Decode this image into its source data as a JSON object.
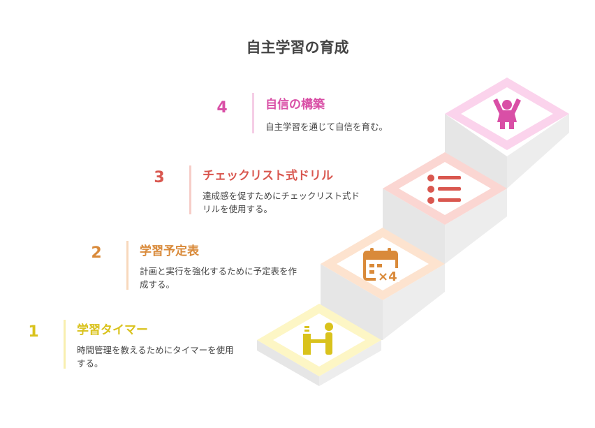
{
  "title": "自主学習の育成",
  "steps": [
    {
      "number": "1",
      "heading": "学習タイマー",
      "desc": "時間管理を教えるためにタイマーを使用する。",
      "color": "#d9c21c",
      "bar": "#f8efb0",
      "tile": "#fdf6c5",
      "icon": "timer-desk-icon"
    },
    {
      "number": "2",
      "heading": "学習予定表",
      "desc": "計画と実行を強化するために予定表を作成する。",
      "color": "#d98a3a",
      "bar": "#f8d8bc",
      "tile": "#fde3cf",
      "icon": "calendar-icon"
    },
    {
      "number": "3",
      "heading": "チェックリスト式ドリル",
      "desc": "達成感を促すためにチェックリスト式ドリルを使用する。",
      "color": "#d9574f",
      "bar": "#f6cdc8",
      "tile": "#fbd6d2",
      "icon": "checklist-icon"
    },
    {
      "number": "4",
      "heading": "自信の構築",
      "desc": "自主学習を通じて自信を育む。",
      "color": "#d94fa6",
      "bar": "#f5cde6",
      "tile": "#fbd3ec",
      "icon": "child-cheer-icon"
    }
  ]
}
